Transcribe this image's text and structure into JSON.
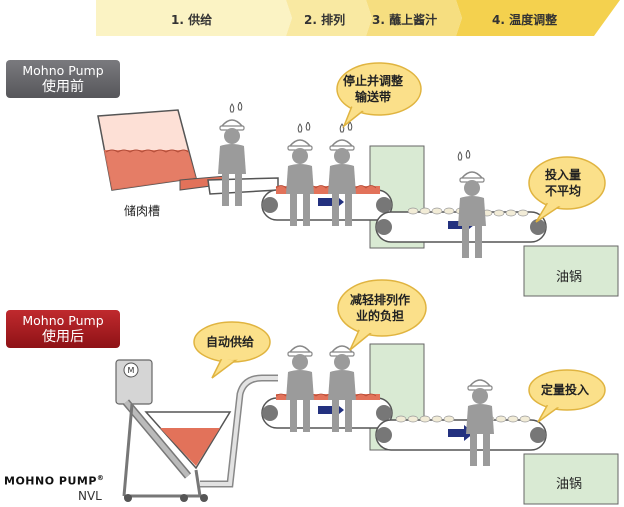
{
  "steps": [
    {
      "label": "1. 供给",
      "color": "#fbf3c4"
    },
    {
      "label": "2. 排列",
      "color": "#f9e9a2"
    },
    {
      "label": "3. 蘸上酱汁",
      "color": "#f6de80"
    },
    {
      "label": "4. 温度调整",
      "color": "#f4d14e"
    }
  ],
  "before": {
    "tag_line1": "Mohno Pump",
    "tag_line2": "使用前",
    "bubble_stop": [
      "停止并调整",
      "输送带"
    ],
    "bubble_uneven": [
      "投入量",
      "不平均"
    ],
    "tank_label": "储肉槽",
    "pot_label": "油锅"
  },
  "after": {
    "tag_line1": "Mohno Pump",
    "tag_line2": "使用后",
    "bubble_auto": "自动供给",
    "bubble_reduce": [
      "减轻排列作",
      "业的负担"
    ],
    "bubble_fixed": "定量投入",
    "pot_label": "油锅",
    "brand": "MOHNO PUMP",
    "brand_mark": "®",
    "model": "NVL"
  },
  "colors": {
    "tag_before": "#66666a",
    "tag_after": "#a81d22",
    "bubble_fill": "#fbe08a",
    "bubble_stroke": "#e0b440",
    "meat": "#e2725a",
    "pot": "#d9ead3",
    "arrow": "#23317f",
    "worker": "#9b9b9b"
  }
}
